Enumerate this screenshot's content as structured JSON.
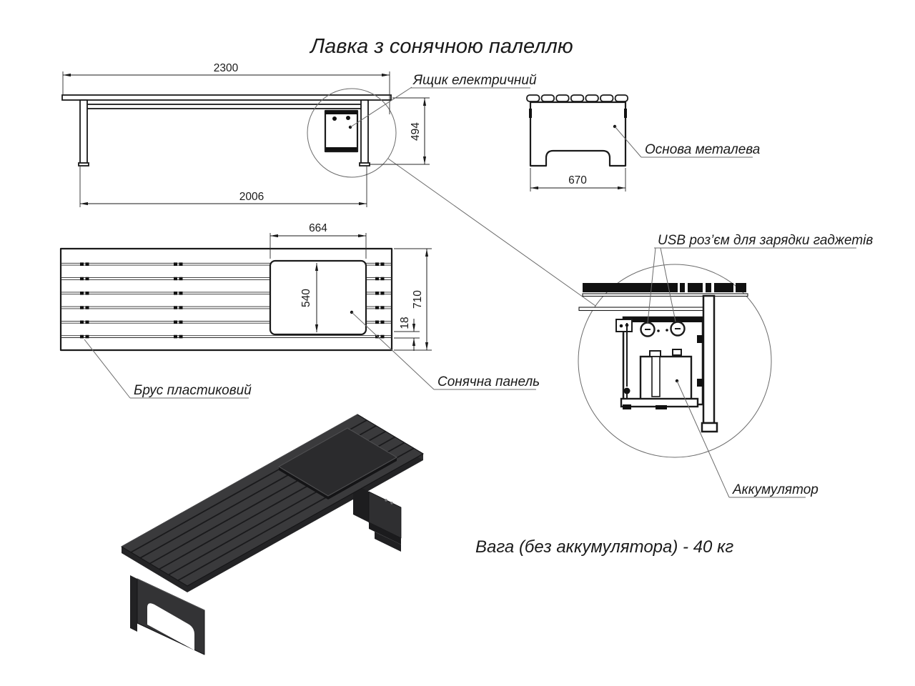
{
  "title": "Лавка з сонячною палеллю",
  "side_view": {
    "dim_top": "2300",
    "dim_height": "494",
    "dim_bottom": "2006",
    "label_box": "Ящик електричний"
  },
  "end_view": {
    "dim_width": "670",
    "label_base": "Основа металева"
  },
  "top_view": {
    "dim_panel_width": "664",
    "dim_panel_height": "540",
    "dim_depth": "710",
    "dim_gap": "18",
    "label_beam": "Брус пластиковий",
    "label_panel": "Сонячна панель"
  },
  "detail_view": {
    "label_usb": "USB роз’єм для зарядки гаджетів",
    "label_battery": "Аккумулятор"
  },
  "note_weight": "Вага (без аккумулятора) - 40 кг",
  "colors": {
    "line": "#1a1a1a",
    "thin_line": "#6b6b6b",
    "bench_top": "#3a3a3c",
    "bench_side": "#232325",
    "panel_dark": "#2b2b2d",
    "background": "#ffffff"
  }
}
